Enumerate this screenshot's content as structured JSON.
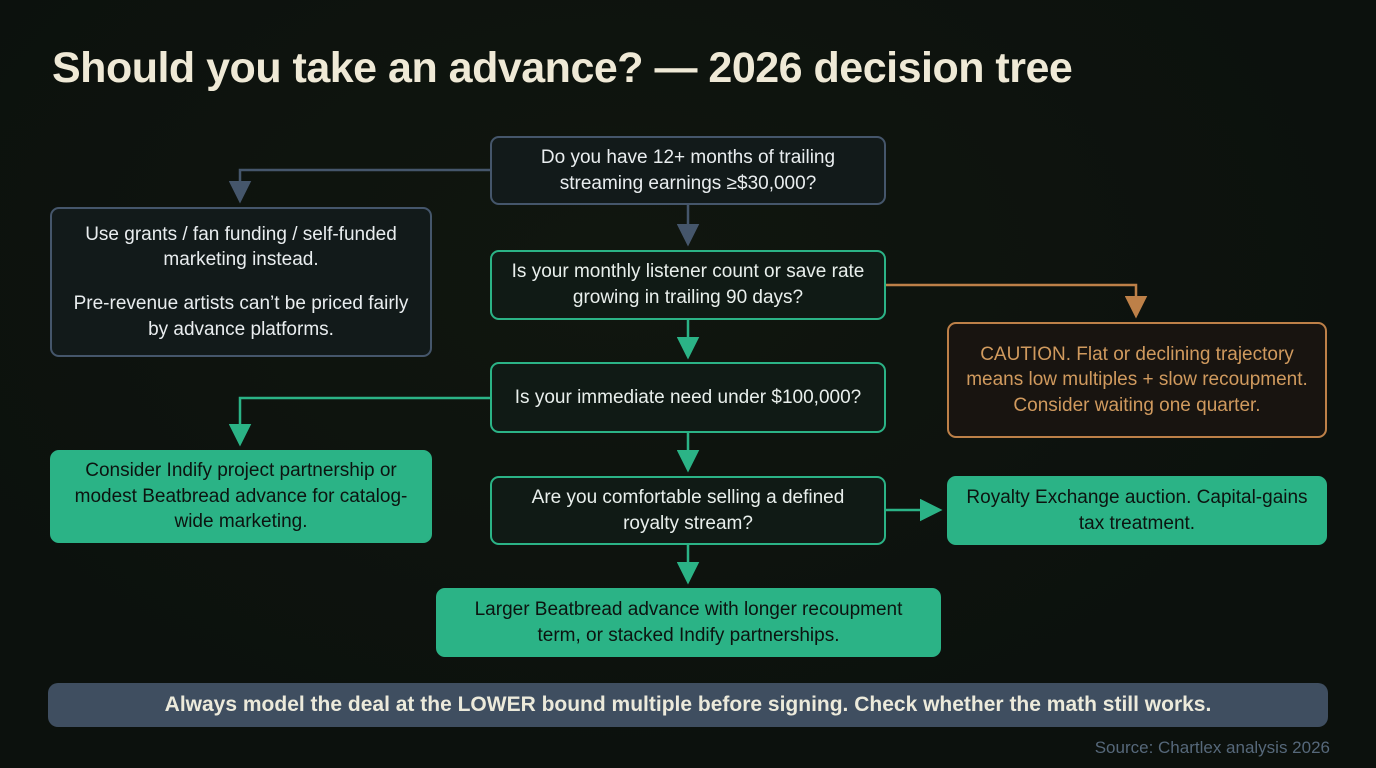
{
  "title": "Should you take an advance? — 2026 decision tree",
  "nodes": {
    "q1": {
      "text": "Do you have 12+ months of trailing streaming earnings ≥$30,000?"
    },
    "no_revenue": {
      "line1": "Use grants / fan funding / self-funded marketing instead.",
      "line2": "Pre-revenue artists can’t be priced fairly by advance platforms."
    },
    "q2": {
      "text": "Is your monthly listener count or save rate growing in trailing 90 days?"
    },
    "caution": {
      "text": "CAUTION. Flat or declining trajectory means low multiples + slow recoupment. Consider waiting one quarter."
    },
    "q3": {
      "text": "Is your immediate need under $100,000?"
    },
    "small_need": {
      "text": "Consider Indify project partnership or modest Beatbread advance for catalog-wide marketing."
    },
    "q4": {
      "text": "Are you comfortable selling a defined royalty stream?"
    },
    "royalty_exchange": {
      "text": "Royalty Exchange auction. Capital-gains tax treatment."
    },
    "final": {
      "text": "Larger Beatbread advance with longer recoupment term, or stacked Indify partnerships."
    }
  },
  "footer": {
    "banner": "Always model the deal at the LOWER bound multiple before signing. Check whether the math still works.",
    "source": "Source: Chartlex analysis 2026"
  },
  "colors": {
    "background": "#0c110d",
    "title_text": "#efe9d6",
    "slate_border": "#45566b",
    "green": "#2bb386",
    "orange": "#bd8048",
    "banner_bg": "#3f4e60"
  }
}
